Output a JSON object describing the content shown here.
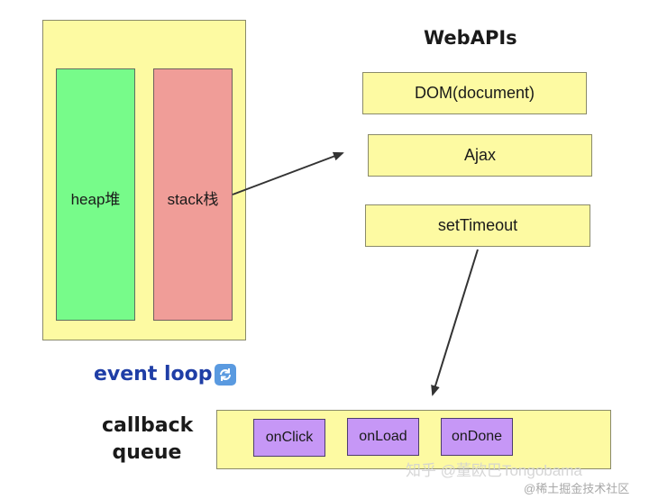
{
  "heap": {
    "label": "heap堆"
  },
  "stack": {
    "label": "stack栈"
  },
  "webapis": {
    "title": "WebAPIs",
    "items": [
      "DOM(document)",
      "Ajax",
      "setTimeout"
    ]
  },
  "event_loop": {
    "label": "event loop",
    "icon": "refresh-icon"
  },
  "callback_queue": {
    "label_line1": "callback",
    "label_line2": "queue",
    "items": [
      "onClick",
      "onLoad",
      "onDone"
    ]
  },
  "watermark": {
    "line1": "知乎 @董欧巴Tongobama",
    "line2": "@稀土掘金技术社区"
  }
}
